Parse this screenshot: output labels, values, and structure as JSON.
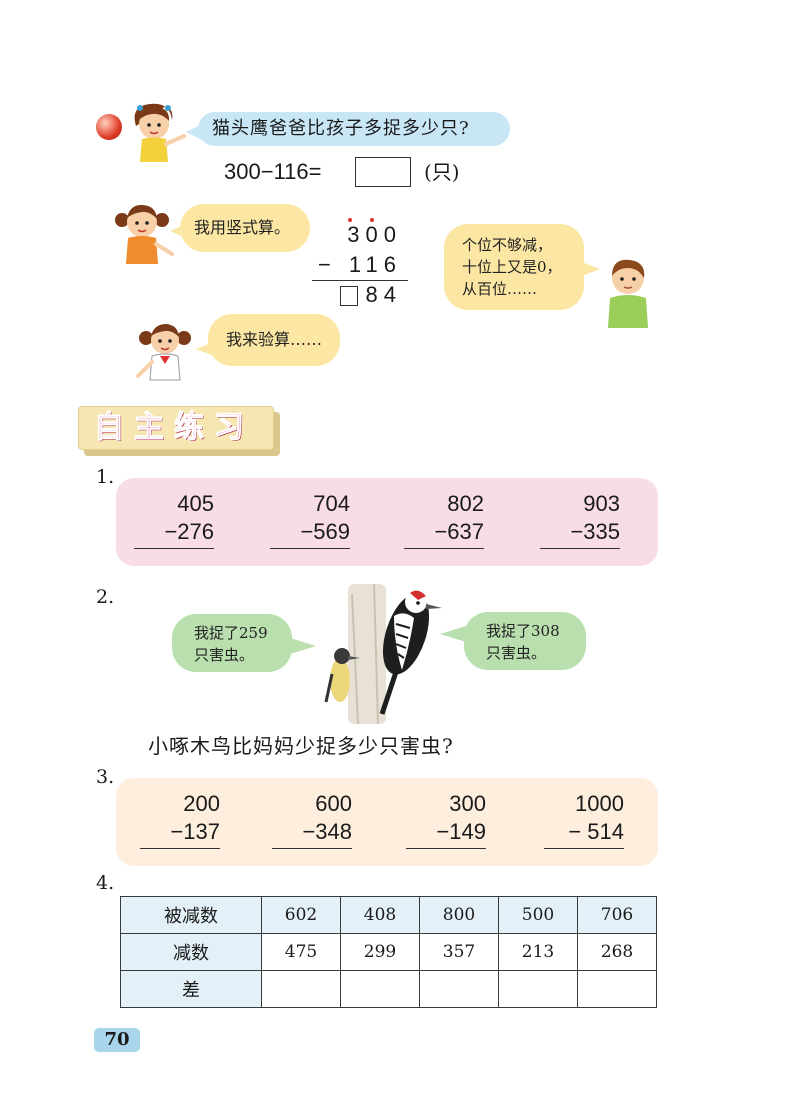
{
  "intro": {
    "question": "猫头鹰爸爸比孩子多捉多少只?",
    "equation": "300−116=",
    "unit": "(只)"
  },
  "vertical": {
    "top": "300",
    "operator": "−",
    "bottom": "116",
    "result": "84"
  },
  "bubbles": {
    "girl1": "我用竖式算。",
    "boy": [
      "个位不够减，",
      "十位上又是0，",
      "从百位……"
    ],
    "girl2": "我来验算……"
  },
  "section_title": "自主练习",
  "ex1": {
    "num": "1.",
    "problems": [
      {
        "top": "405",
        "bottom": "−276"
      },
      {
        "top": "704",
        "bottom": "−569"
      },
      {
        "top": "802",
        "bottom": "−637"
      },
      {
        "top": "903",
        "bottom": "−335"
      }
    ]
  },
  "ex2": {
    "num": "2.",
    "left_bubble": [
      "我捉了259",
      "只害虫。"
    ],
    "right_bubble": [
      "我捉了308",
      "只害虫。"
    ],
    "question": "小啄木鸟比妈妈少捉多少只害虫?"
  },
  "ex3": {
    "num": "3.",
    "problems": [
      {
        "top": "200",
        "bottom": "−137"
      },
      {
        "top": "600",
        "bottom": "−348"
      },
      {
        "top": "300",
        "bottom": "−149"
      },
      {
        "top": "1000",
        "bottom": "− 514"
      }
    ]
  },
  "ex4": {
    "num": "4.",
    "rows": [
      {
        "label": "被减数",
        "values": [
          "602",
          "408",
          "800",
          "500",
          "706"
        ]
      },
      {
        "label": "减数",
        "values": [
          "475",
          "299",
          "357",
          "213",
          "268"
        ]
      },
      {
        "label": "差",
        "values": [
          "",
          "",
          "",
          "",
          ""
        ]
      }
    ]
  },
  "page_number": "70",
  "colors": {
    "bubble_yellow": "#fbe7a3",
    "bubble_green": "#b9dfae",
    "panel_pink": "#f9dde6",
    "panel_peach": "#fdeede",
    "section_bg": "#f6e6b1",
    "section_text": "#d6336c",
    "page_badge": "#a8d4ec"
  }
}
